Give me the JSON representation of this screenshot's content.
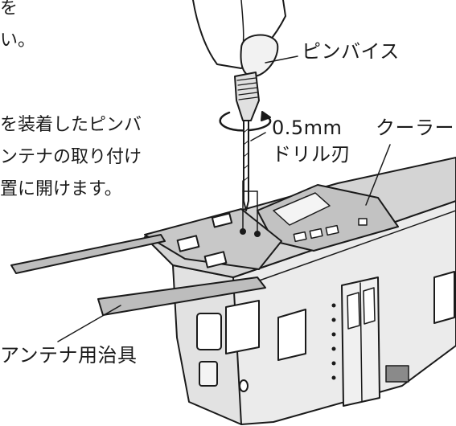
{
  "left_text": {
    "line1": "を",
    "line2": "い。",
    "line3": "を装着したピンバ",
    "line4": "ンテナの取り付け",
    "line5": "置に開けます。"
  },
  "labels": {
    "pin_vise": "ピンバイス",
    "drill_size": "0.5mm",
    "drill_bit": "ドリル刃",
    "cooler": "クーラー",
    "jig": "アンテナ用治具"
  },
  "colors": {
    "line": "#1a1a1a",
    "roof": "#d4d4d4",
    "body": "#ebebeb",
    "jig": "#bdbdbd",
    "cooler": "#c2c2c2"
  }
}
